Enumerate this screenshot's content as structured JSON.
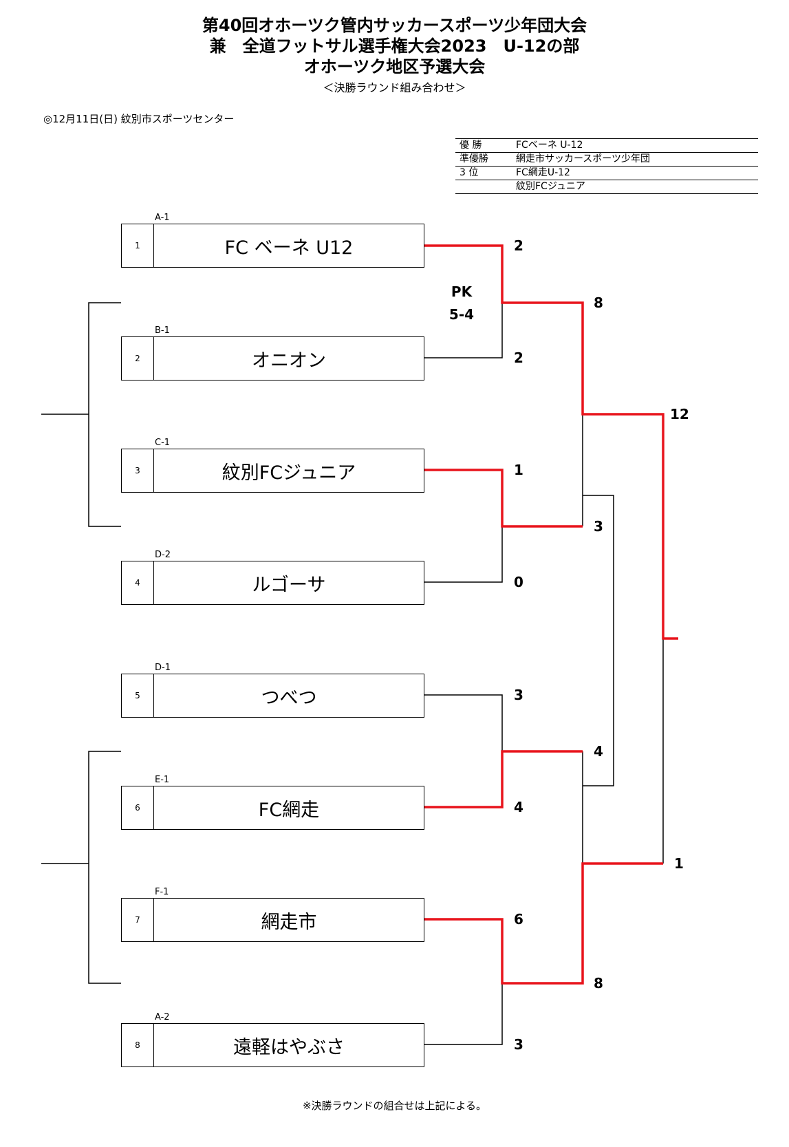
{
  "header": {
    "title_line1": "第40回オホーツク管内サッカースポーツ少年団大会",
    "title_line2": "兼　全道フットサル選手権大会2023　U-12の部",
    "title_line3": "オホーツク地区予選大会",
    "subtitle": "＜決勝ラウンド組み合わせ＞",
    "date_venue": "◎12月11日(日)  紋別市スポーツセンター"
  },
  "results": [
    {
      "label": "優 勝",
      "team": "FCベーネ  U-12"
    },
    {
      "label": "準優勝",
      "team": "網走市サッカースポーツ少年団"
    },
    {
      "label": "3  位",
      "team": "FC網走U-12"
    },
    {
      "label": "",
      "team": "紋別FCジュニア"
    }
  ],
  "teams": [
    {
      "seed": "1",
      "group": "A-1",
      "name": "FC ベーネ  U12"
    },
    {
      "seed": "2",
      "group": "B-1",
      "name": "オニオン"
    },
    {
      "seed": "3",
      "group": "C-1",
      "name": "紋別FCジュニア"
    },
    {
      "seed": "4",
      "group": "D-2",
      "name": "ルゴーサ"
    },
    {
      "seed": "5",
      "group": "D-1",
      "name": "つべつ"
    },
    {
      "seed": "6",
      "group": "E-1",
      "name": "FC網走"
    },
    {
      "seed": "7",
      "group": "F-1",
      "name": "網走市"
    },
    {
      "seed": "8",
      "group": "A-2",
      "name": "遠軽はやぶさ"
    }
  ],
  "scores": {
    "r1_m1_top": "2",
    "r1_m1_bottom": "2",
    "r1_m2_top": "1",
    "r1_m2_bottom": "0",
    "r1_m3_top": "3",
    "r1_m3_bottom": "4",
    "r1_m4_top": "6",
    "r1_m4_bottom": "3",
    "semi1_top": "8",
    "semi1_bottom": "3",
    "semi2_top": "4",
    "semi2_bottom": "8",
    "final_top": "12",
    "final_bottom": "1"
  },
  "pk": {
    "label": "PK",
    "score": "5-4"
  },
  "colors": {
    "winner_line": "#e8141c",
    "line": "#000000"
  },
  "footer_note": "※決勝ラウンドの組合せは上記による。"
}
